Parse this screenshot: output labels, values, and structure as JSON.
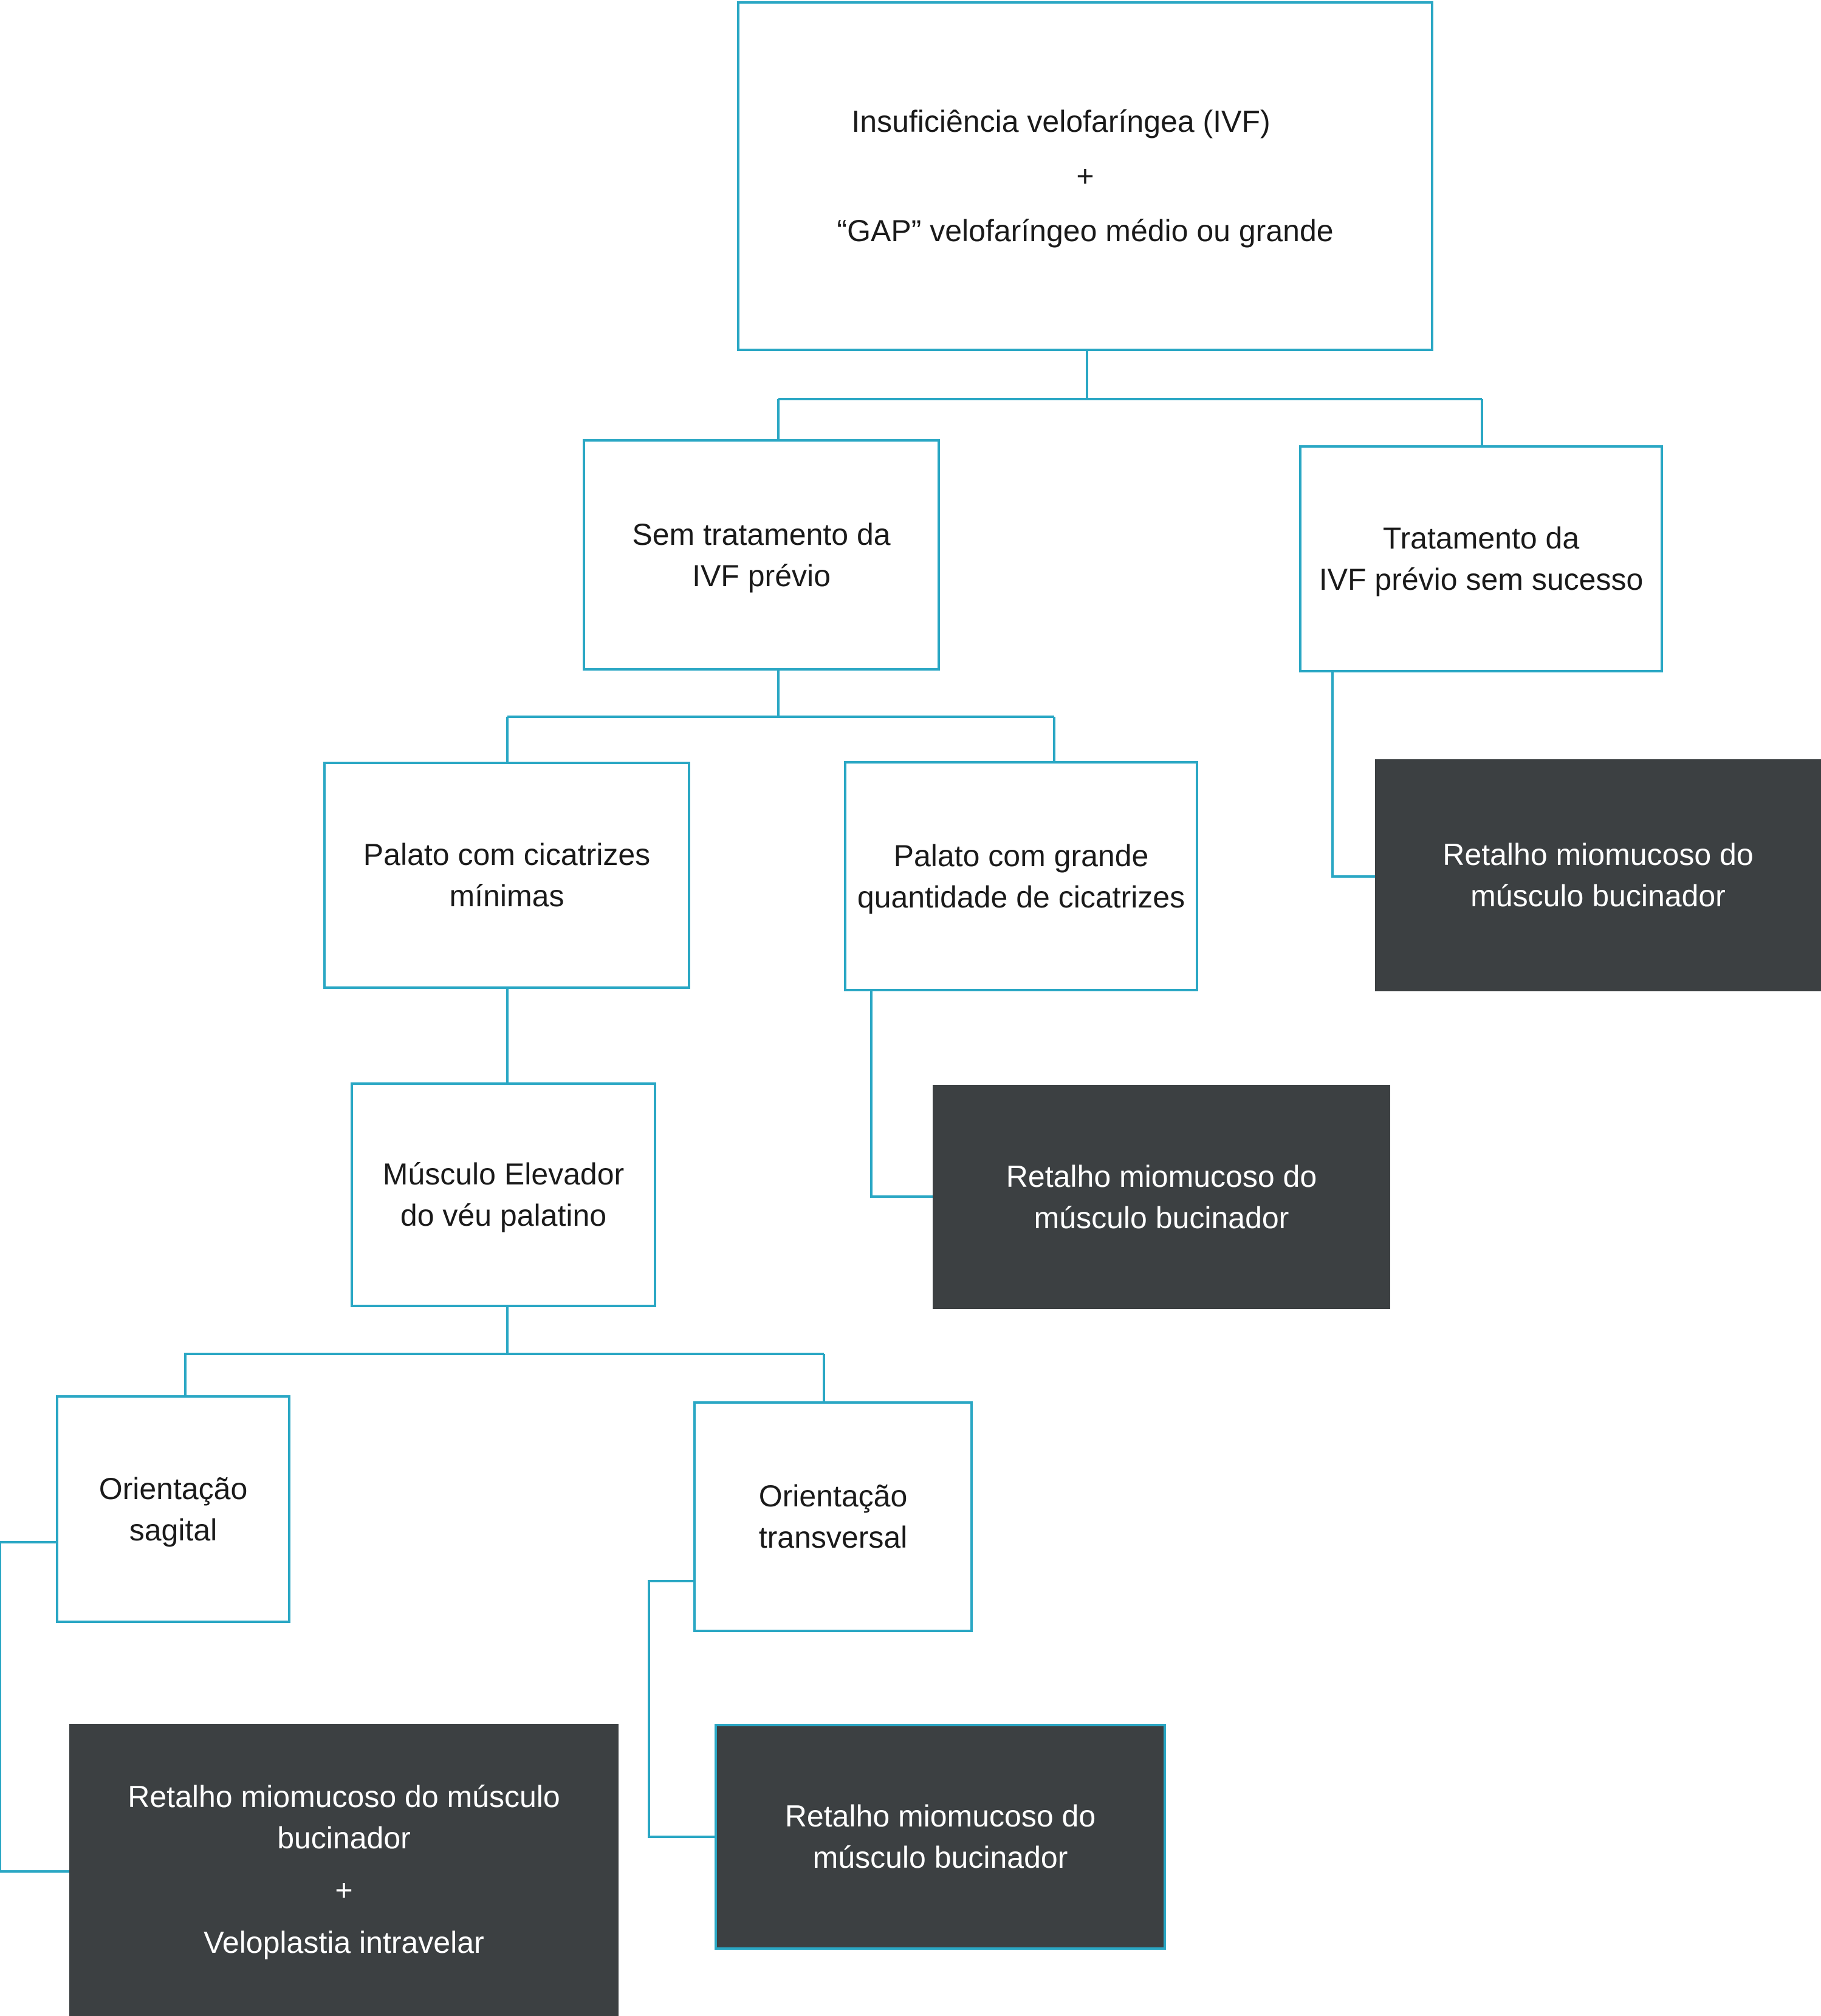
{
  "colors": {
    "line": "#2aa7c4",
    "dark_fill": "#3c4042",
    "text_dark": "#1a1a1a",
    "text_light": "#ffffff"
  },
  "nodes": {
    "root": {
      "line1": "Insuficiência velofaríngea (IVF)",
      "plus": "+",
      "line2": "“GAP” velofaríngeo médio ou grande"
    },
    "no_prior": {
      "line1": "Sem tratamento da",
      "line2": "IVF prévio"
    },
    "prior_failed": {
      "line1": "Tratamento da",
      "line2": "IVF prévio sem sucesso"
    },
    "min_scars": {
      "line1": "Palato com cicatrizes",
      "line2": "mínimas"
    },
    "many_scars": {
      "line1": "Palato com grande",
      "line2": "quantidade de cicatrizes"
    },
    "levator": {
      "line1": "Músculo Elevador",
      "line2": "do véu palatino"
    },
    "sagittal": {
      "line1": "Orientação",
      "line2": "sagital"
    },
    "transverse": {
      "line1": "Orientação",
      "line2": "transversal"
    },
    "flap_prior_failed": {
      "line1": "Retalho miomucoso do",
      "line2": "músculo bucinador"
    },
    "flap_many_scars": {
      "line1": "Retalho miomucoso do",
      "line2": "músculo bucinador"
    },
    "flap_sagittal": {
      "line1": "Retalho miomucoso do músculo",
      "line2": "bucinador",
      "plus": "+",
      "line3": "Veloplastia intravelar"
    },
    "flap_transverse": {
      "line1": "Retalho miomucoso do",
      "line2": "músculo bucinador"
    }
  }
}
